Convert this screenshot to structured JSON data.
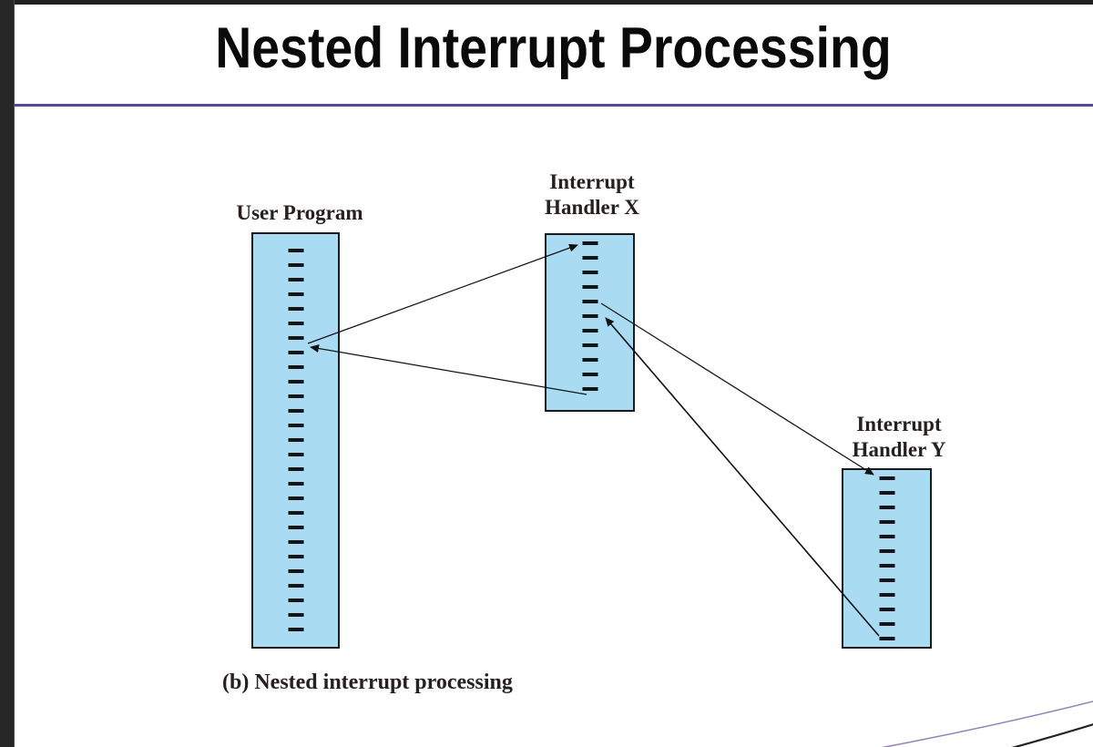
{
  "slide": {
    "title": "Nested Interrupt Processing",
    "caption": "(b) Nested interrupt processing"
  },
  "diagram": {
    "user_program": {
      "label": "User Program"
    },
    "interrupt_handler_x": {
      "label_line1": "Interrupt",
      "label_line2": "Handler X"
    },
    "interrupt_handler_y": {
      "label_line1": "Interrupt",
      "label_line2": "Handler Y"
    }
  },
  "colors": {
    "box_fill": "#a9dcf2",
    "box_border": "#1a1a1a",
    "code_line": "#141414",
    "arrow": "#111111",
    "title_rule_purple": "#5646a2",
    "frame_black": "#262626",
    "swoosh_purple": "#8f80c2",
    "swoosh_black": "#222222"
  }
}
